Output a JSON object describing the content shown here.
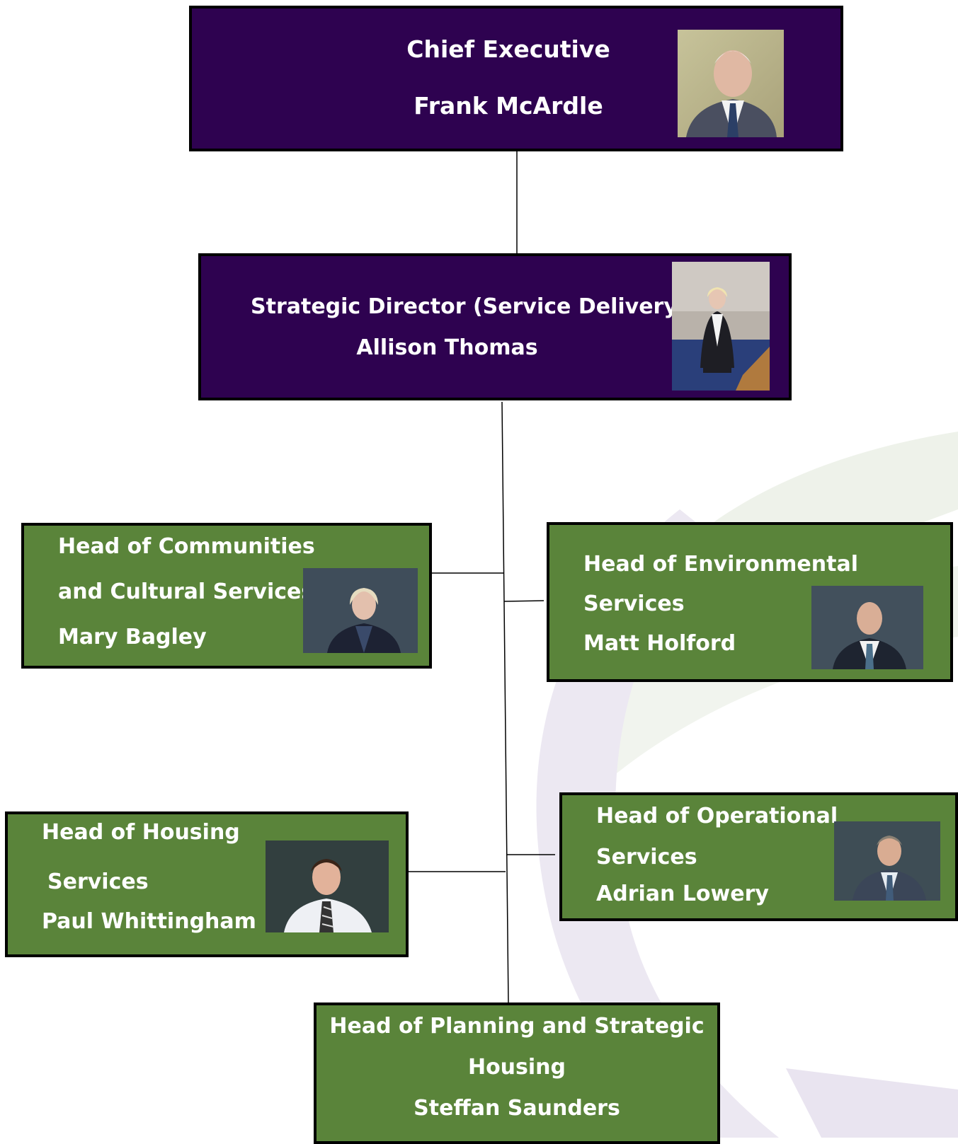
{
  "colors": {
    "executive_fill": "#2e0250",
    "head_fill": "#5a843a",
    "border": "#000000",
    "text": "#ffffff",
    "connector": "#000000",
    "background_swoosh_purple": "#ece8f2",
    "background_swoosh_green": "#eef2ea"
  },
  "chief_executive": {
    "role": "Chief Executive",
    "name": "Frank McArdle",
    "photo_icon": "portrait-photo-icon"
  },
  "strategic_director": {
    "role": "Strategic Director (Service Delivery)",
    "name": "Allison Thomas",
    "photo_icon": "portrait-photo-icon"
  },
  "heads": {
    "communities": {
      "role_line1": "Head of Communities",
      "role_line2": "and Cultural Services",
      "name": "Mary Bagley"
    },
    "environmental": {
      "role_line1": "Head of Environmental",
      "role_line2": "Services",
      "name": "Matt Holford"
    },
    "housing": {
      "role_line1": "Head of Housing",
      "role_line2": "Services",
      "name": "Paul Whittingham"
    },
    "operational": {
      "role_line1": "Head of Operational",
      "role_line2": "Services",
      "name": "Adrian Lowery"
    },
    "planning": {
      "role_line1": "Head of Planning and Strategic",
      "role_line2": "Housing",
      "name": "Steffan Saunders"
    }
  }
}
